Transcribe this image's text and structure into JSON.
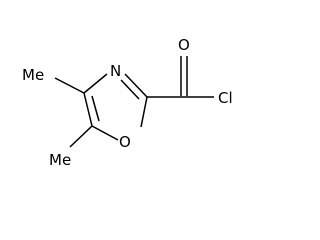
{
  "molecule": {
    "atoms": {
      "nitrogen": "N",
      "oxygen_ring": "O",
      "oxygen_carbonyl": "O",
      "chlorine": "Cl",
      "methyl_4": "Me",
      "methyl_5": "Me"
    }
  }
}
